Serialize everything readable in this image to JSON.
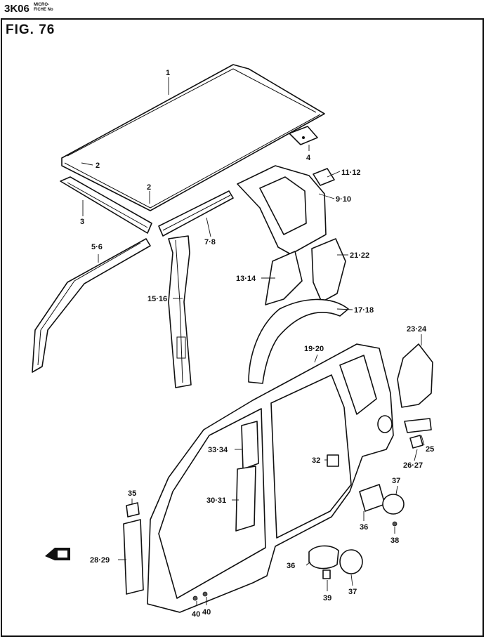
{
  "header": {
    "code": "3K06",
    "sub_line1": "MICRO-",
    "sub_line2": "FICHE No"
  },
  "figure_label": "FIG. 76",
  "callouts": {
    "c1": "1",
    "c2a": "2",
    "c2b": "2",
    "c3": "3",
    "c4": "4",
    "c5_6": "5·6",
    "c7_8": "7·8",
    "c9_10": "9·10",
    "c11_12": "11·12",
    "c13_14": "13·14",
    "c15_16": "15·16",
    "c17_18": "17·18",
    "c19_20": "19·20",
    "c21_22": "21·22",
    "c23_24": "23·24",
    "c25": "25",
    "c26_27": "26·27",
    "c28_29": "28·29",
    "c30_31": "30·31",
    "c32": "32",
    "c33_34": "33·34",
    "c35": "35",
    "c36a": "36",
    "c36b": "36",
    "c37a": "37",
    "c37b": "37",
    "c38": "38",
    "c39": "39",
    "c40a": "40",
    "c40b": "40"
  }
}
